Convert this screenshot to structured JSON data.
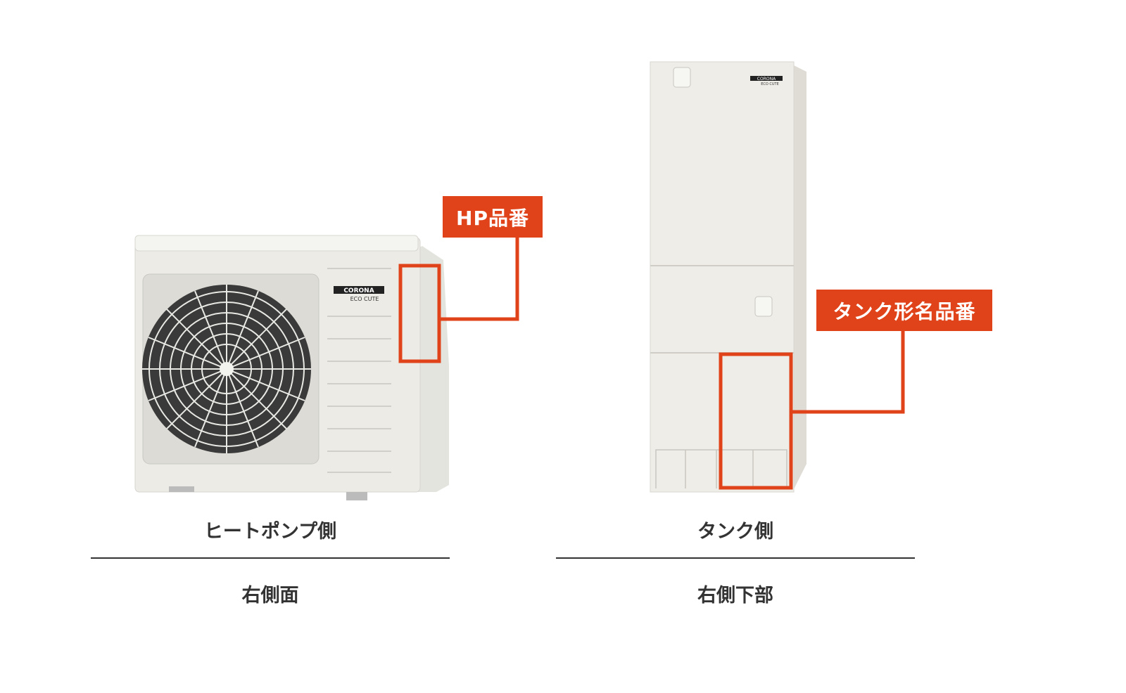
{
  "accent_color": "#e0431a",
  "heat_pump": {
    "brand_logo": "CORONA",
    "brand_sub": "ECO CUTE",
    "tag_label": "HP品番",
    "title": "ヒートポンプ側",
    "location": "右側面"
  },
  "tank": {
    "brand_logo": "CORONA",
    "brand_sub": "ECO CUTE",
    "tag_label": "タンク形名品番",
    "title": "タンク側",
    "location": "右側下部"
  }
}
